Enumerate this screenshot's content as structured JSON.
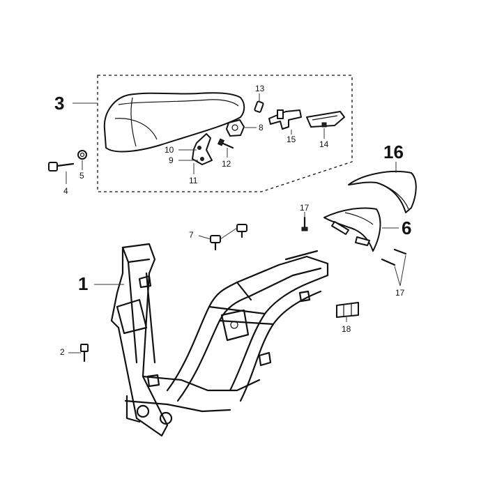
{
  "callouts": {
    "c1": "1",
    "c2": "2",
    "c3": "3",
    "c4": "4",
    "c5": "5",
    "c6": "6",
    "c7": "7",
    "c8": "8",
    "c9": "9",
    "c10": "10",
    "c11": "11",
    "c12": "12",
    "c13": "13",
    "c14": "14",
    "c15": "15",
    "c16": "16",
    "c17a": "17",
    "c17b": "17",
    "c18": "18"
  }
}
